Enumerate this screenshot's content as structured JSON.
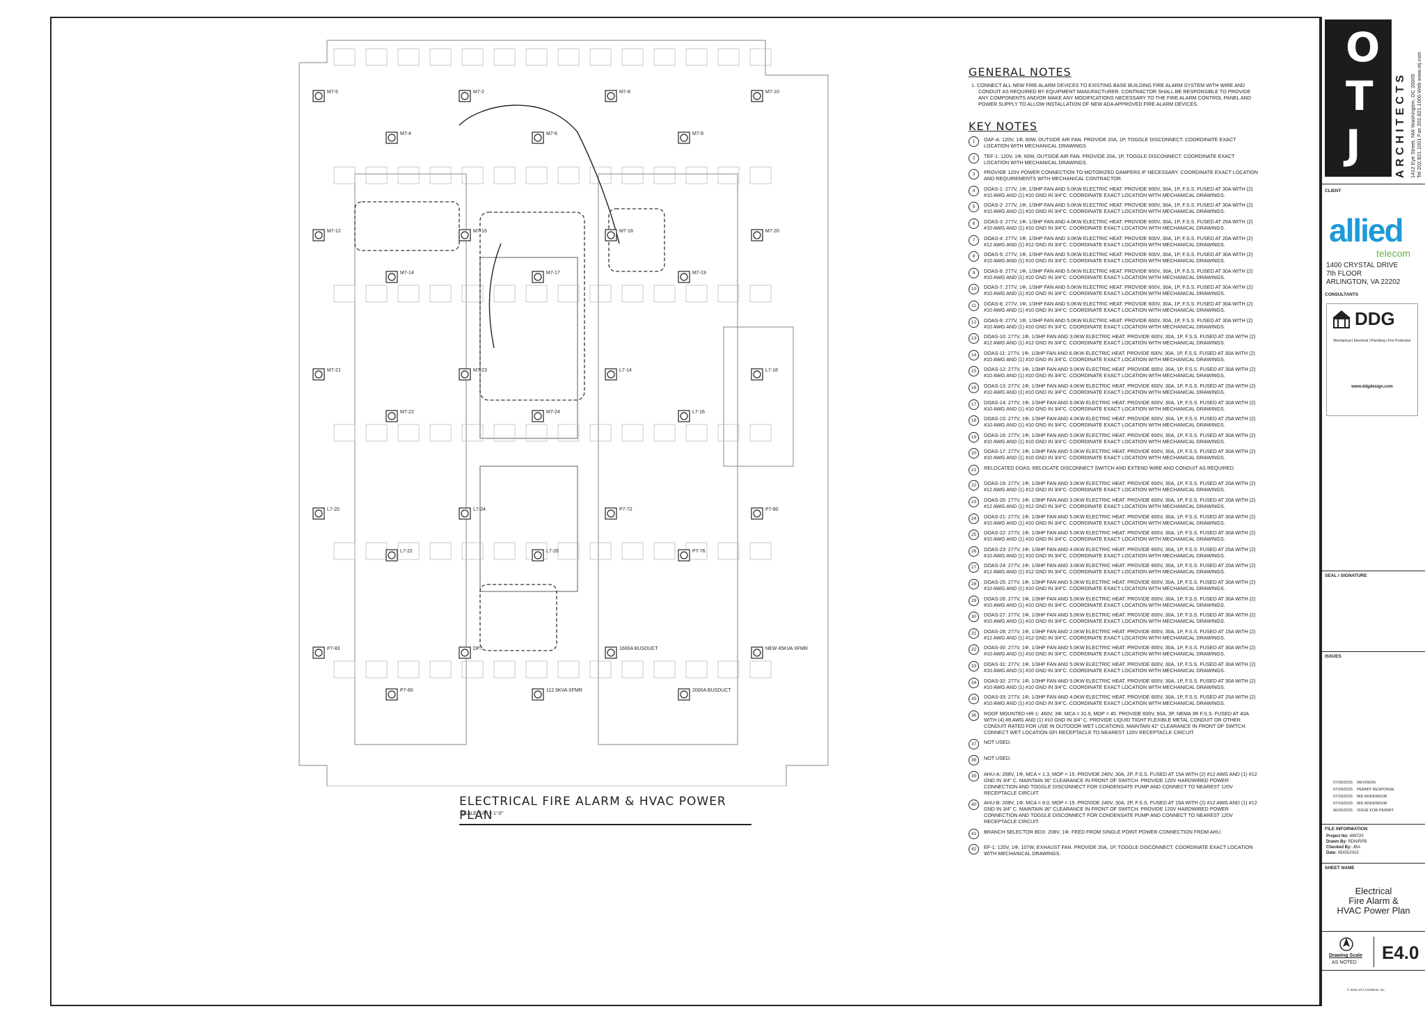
{
  "plan": {
    "title": "ELECTRICAL FIRE ALARM & HVAC POWER PLAN",
    "scale": "SCALE: 1/8\" = 1'-0\"",
    "labels": [
      "M7-5",
      "M7-4",
      "M7-2",
      "M7-6",
      "M7-8",
      "M7-9",
      "M7-10",
      "M7-12",
      "M7-14",
      "M7-16",
      "M7-17",
      "M7-18",
      "M7-19",
      "M7-20",
      "M7-21",
      "M7-22",
      "M7-23",
      "M7-24",
      "L7-14",
      "L7-16",
      "L7-18",
      "L7-20",
      "L7-22",
      "L7-24",
      "L7-26",
      "P7-72",
      "P7-76",
      "P7-80",
      "P7-83",
      "P7-60",
      "DP7",
      "112.5KVA XFMR",
      "1600A BUSDUCT",
      "2000A BUSDUCT",
      "NEW 45KVA XFMR"
    ]
  },
  "general_notes": {
    "heading": "GENERAL NOTES",
    "items": [
      "1.  CONNECT ALL NEW FIRE ALARM DEVICES TO EXISTING BASE BUILDING FIRE ALARM SYSTEM WITH WIRE AND CONDUIT AS REQUIRED BY EQUIPMENT MANUFACTURER. CONTRACTOR SHALL BE RESPONSIBLE TO PROVIDE ANY COMPONENTS AND/OR MAKE ANY MODIFICATIONS NECESSARY TO THE FIRE ALARM CONTROL PANEL AND POWER SUPPLY TO ALLOW INSTALLATION OF NEW ADA APPROVED FIRE ALARM DEVICES."
    ]
  },
  "key_notes": {
    "heading": "KEY NOTES",
    "items": [
      {
        "n": "1",
        "t": "OAF-A: 120V, 1Φ, 60W, OUTSIDE AIR FAN. PROVIDE 20A, 1P, TOGGLE DISCONNECT. COORDINATE EXACT LOCATION WITH MECHANICAL DRAWINGS."
      },
      {
        "n": "2",
        "t": "TEF-1: 120V, 1Φ, 60W, OUTSIDE AIR FAN. PROVIDE 20A, 1P, TOGGLE DISCONNECT. COORDINATE EXACT LOCATION WITH MECHANICAL DRAWINGS."
      },
      {
        "n": "3",
        "t": "PROVIDE 120V POWER CONNECTION TO MOTORIZED DAMPERS IF NECESSARY. COORDINATE EXACT LOCATION AND REQUIREMENTS WITH MECHANICAL CONTRACTOR."
      },
      {
        "n": "4",
        "t": "DOAS-1: 277V, 1Φ, 1/3HP FAN AND 5.0KW ELECTRIC HEAT. PROVIDE 600V, 30A, 1P, F.S.S. FUSED AT 30A WITH (2) #10 AWG AND (1) #10 GND IN 3/4\"C. COORDINATE EXACT LOCATION WITH MECHANICAL DRAWINGS."
      },
      {
        "n": "5",
        "t": "DOAS-2: 277V, 1Φ, 1/3HP FAN AND 5.0KW ELECTRIC HEAT. PROVIDE 600V, 30A, 1P, F.S.S. FUSED AT 30A WITH (2) #10 AWG AND (1) #10 GND IN 3/4\"C. COORDINATE EXACT LOCATION WITH MECHANICAL DRAWINGS."
      },
      {
        "n": "6",
        "t": "DOAS-3: 277V, 1Φ, 1/3HP FAN AND 4.0KW ELECTRIC HEAT. PROVIDE 600V, 30A, 1P, F.S.S. FUSED AT 25A WITH (2) #10 AWG AND (1) #10 GND IN 3/4\"C. COORDINATE EXACT LOCATION WITH MECHANICAL DRAWINGS."
      },
      {
        "n": "7",
        "t": "DOAS-4: 277V, 1Φ, 1/3HP FAN AND 3.0KW ELECTRIC HEAT. PROVIDE 600V, 30A, 1P, F.S.S. FUSED AT 20A WITH (2) #12 AWG AND (1) #12 GND IN 3/4\"C. COORDINATE EXACT LOCATION WITH MECHANICAL DRAWINGS."
      },
      {
        "n": "8",
        "t": "DOAS-5: 277V, 1Φ, 1/3HP FAN AND 5.0KW ELECTRIC HEAT. PROVIDE 600V, 30A, 1P, F.S.S. FUSED AT 30A WITH (2) #10 AWG AND (1) #10 GND IN 3/4\"C. COORDINATE EXACT LOCATION WITH MECHANICAL DRAWINGS."
      },
      {
        "n": "9",
        "t": "DOAS-6: 277V, 1Φ, 1/3HP FAN AND 5.0KW ELECTRIC HEAT. PROVIDE 600V, 30A, 1P, F.S.S. FUSED AT 30A WITH (2) #10 AWG AND (1) #10 GND IN 3/4\"C. COORDINATE EXACT LOCATION WITH MECHANICAL DRAWINGS."
      },
      {
        "n": "10",
        "t": "DOAS-7: 277V, 1Φ, 1/3HP FAN AND 5.0KW ELECTRIC HEAT. PROVIDE 600V, 30A, 1P, F.S.S. FUSED AT 30A WITH (2) #10 AWG AND (1) #10 GND IN 3/4\"C. COORDINATE EXACT LOCATION WITH MECHANICAL DRAWINGS."
      },
      {
        "n": "11",
        "t": "DOAS-8: 277V, 1Φ, 1/3HP FAN AND 5.0KW ELECTRIC HEAT. PROVIDE 600V, 30A, 1P, F.S.S. FUSED AT 30A WITH (2) #10 AWG AND (1) #10 GND IN 3/4\"C. COORDINATE EXACT LOCATION WITH MECHANICAL DRAWINGS."
      },
      {
        "n": "12",
        "t": "DOAS-9: 277V, 1Φ, 1/3HP FAN AND 5.0KW ELECTRIC HEAT. PROVIDE 600V, 30A, 1P, F.S.S. FUSED AT 30A WITH (2) #10 AWG AND (1) #10 GND IN 3/4\"C. COORDINATE EXACT LOCATION WITH MECHANICAL DRAWINGS."
      },
      {
        "n": "13",
        "t": "DOAS-10: 277V, 1Φ, 1/3HP FAN AND 3.0KW ELECTRIC HEAT. PROVIDE 600V, 30A, 1P, F.S.S. FUSED AT 20A WITH (2) #12 AWG AND (1) #12 GND IN 3/4\"C. COORDINATE EXACT LOCATION WITH MECHANICAL DRAWINGS."
      },
      {
        "n": "14",
        "t": "DOAS-11: 277V, 1Φ, 1/3HP FAN AND 6.0KW ELECTRIC HEAT. PROVIDE 600V, 30A, 1P, F.S.S. FUSED AT 30A WITH (2) #10 AWG AND (1) #10 GND IN 3/4\"C. COORDINATE EXACT LOCATION WITH MECHANICAL DRAWINGS."
      },
      {
        "n": "15",
        "t": "DOAS-12: 277V, 1Φ, 1/3HP FAN AND 5.0KW ELECTRIC HEAT. PROVIDE 600V, 30A, 1P, F.S.S. FUSED AT 30A WITH (2) #10 AWG AND (1) #10 GND IN 3/4\"C. COORDINATE EXACT LOCATION WITH MECHANICAL DRAWINGS."
      },
      {
        "n": "16",
        "t": "DOAS-13: 277V, 1Φ, 1/3HP FAN AND 4.0KW ELECTRIC HEAT. PROVIDE 600V, 30A, 1P, F.S.S. FUSED AT 25A WITH (2) #10 AWG AND (1) #10 GND IN 3/4\"C. COORDINATE EXACT LOCATION WITH MECHANICAL DRAWINGS."
      },
      {
        "n": "17",
        "t": "DOAS-14: 277V, 1Φ, 1/3HP FAN AND 6.0KW ELECTRIC HEAT. PROVIDE 600V, 30A, 1P, F.S.S. FUSED AT 30A WITH (2) #10 AWG AND (1) #10 GND IN 3/4\"C. COORDINATE EXACT LOCATION WITH MECHANICAL DRAWINGS."
      },
      {
        "n": "18",
        "t": "DOAS-15: 277V, 1Φ, 1/3HP FAN AND 4.0KW ELECTRIC HEAT. PROVIDE 600V, 30A, 1P, F.S.S. FUSED AT 25A WITH (2) #10 AWG AND (1) #10 GND IN 3/4\"C. COORDINATE EXACT LOCATION WITH MECHANICAL DRAWINGS."
      },
      {
        "n": "19",
        "t": "DOAS-16: 277V, 1Φ, 1/3HP FAN AND 5.0KW ELECTRIC HEAT. PROVIDE 600V, 30A, 1P, F.S.S. FUSED AT 30A WITH (2) #10 AWG AND (1) #10 GND IN 3/4\"C. COORDINATE EXACT LOCATION WITH MECHANICAL DRAWINGS."
      },
      {
        "n": "20",
        "t": "DOAS-17: 277V, 1Φ, 1/3HP FAN AND 5.0KW ELECTRIC HEAT. PROVIDE 600V, 30A, 1P, F.S.S. FUSED AT 30A WITH (2) #10 AWG AND (1) #10 GND IN 3/4\"C. COORDINATE EXACT LOCATION WITH MECHANICAL DRAWINGS."
      },
      {
        "n": "21",
        "t": "RELOCATED DOAS: RELOCATE DISCONNECT SWITCH AND EXTEND WIRE AND CONDUIT AS REQUIRED."
      },
      {
        "n": "22",
        "t": "DOAS-19: 277V, 1Φ, 1/3HP FAN AND 3.0KW ELECTRIC HEAT. PROVIDE 600V, 30A, 1P, F.S.S. FUSED AT 20A WITH (2) #12 AWG AND (1) #12 GND IN 3/4\"C. COORDINATE EXACT LOCATION WITH MECHANICAL DRAWINGS."
      },
      {
        "n": "23",
        "t": "DOAS-20: 277V, 1Φ, 1/3HP FAN AND 3.0KW ELECTRIC HEAT. PROVIDE 600V, 30A, 1P, F.S.S. FUSED AT 20A WITH (2) #12 AWG AND (1) #12 GND IN 3/4\"C. COORDINATE EXACT LOCATION WITH MECHANICAL DRAWINGS."
      },
      {
        "n": "24",
        "t": "DOAS-21: 277V, 1Φ, 1/3HP FAN AND 5.0KW ELECTRIC HEAT. PROVIDE 600V, 30A, 1P, F.S.S. FUSED AT 30A WITH (2) #10 AWG AND (1) #10 GND IN 3/4\"C. COORDINATE EXACT LOCATION WITH MECHANICAL DRAWINGS."
      },
      {
        "n": "25",
        "t": "DOAS-22: 277V, 1Φ, 1/3HP FAN AND 5.0KW ELECTRIC HEAT. PROVIDE 600V, 30A, 1P, F.S.S. FUSED AT 30A WITH (2) #10 AWG AND (1) #10 GND IN 3/4\"C. COORDINATE EXACT LOCATION WITH MECHANICAL DRAWINGS."
      },
      {
        "n": "26",
        "t": "DOAS-23: 277V, 1Φ, 1/3HP FAN AND 4.0KW ELECTRIC HEAT. PROVIDE 600V, 30A, 1P, F.S.S. FUSED AT 25A WITH (2) #10 AWG AND (1) #10 GND IN 3/4\"C. COORDINATE EXACT LOCATION WITH MECHANICAL DRAWINGS."
      },
      {
        "n": "27",
        "t": "DOAS-24: 277V, 1Φ, 1/3HP FAN AND 3.0KW ELECTRIC HEAT. PROVIDE 600V, 30A, 1P, F.S.S. FUSED AT 20A WITH (2) #12 AWG AND (1) #12 GND IN 3/4\"C. COORDINATE EXACT LOCATION WITH MECHANICAL DRAWINGS."
      },
      {
        "n": "28",
        "t": "DOAS-25: 277V, 1Φ, 1/3HP FAN AND 5.0KW ELECTRIC HEAT. PROVIDE 600V, 30A, 1P, F.S.S. FUSED AT 30A WITH (2) #10 AWG AND (1) #10 GND IN 3/4\"C. COORDINATE EXACT LOCATION WITH MECHANICAL DRAWINGS."
      },
      {
        "n": "29",
        "t": "DOAS-26: 277V, 1Φ, 1/3HP FAN AND 5.0KW ELECTRIC HEAT. PROVIDE 600V, 30A, 1P, F.S.S. FUSED AT 30A WITH (2) #10 AWG AND (1) #10 GND IN 3/4\"C. COORDINATE EXACT LOCATION WITH MECHANICAL DRAWINGS."
      },
      {
        "n": "30",
        "t": "DOAS-27: 277V, 1Φ, 1/3HP FAN AND 5.0KW ELECTRIC HEAT. PROVIDE 600V, 30A, 1P, F.S.S. FUSED AT 30A WITH (2) #10 AWG AND (1) #10 GND IN 3/4\"C. COORDINATE EXACT LOCATION WITH MECHANICAL DRAWINGS."
      },
      {
        "n": "31",
        "t": "DOAS-28: 277V, 1Φ, 1/3HP FAN AND 2.0KW ELECTRIC HEAT. PROVIDE 600V, 30A, 1P, F.S.S. FUSED AT 15A WITH (2) #12 AWG AND (1) #12 GND IN 3/4\"C. COORDINATE EXACT LOCATION WITH MECHANICAL DRAWINGS."
      },
      {
        "n": "32",
        "t": "DOAS-30: 277V, 1Φ, 1/3HP FAN AND 5.0KW ELECTRIC HEAT. PROVIDE 600V, 30A, 1P, F.S.S. FUSED AT 30A WITH (2) #10 AWG AND (1) #10 GND IN 3/4\"C. COORDINATE EXACT LOCATION WITH MECHANICAL DRAWINGS."
      },
      {
        "n": "33",
        "t": "DOAS-31: 277V, 1Φ, 1/3HP FAN AND 5.0KW ELECTRIC HEAT. PROVIDE 600V, 30A, 1P, F.S.S. FUSED AT 30A WITH (2) #10 AWG AND (1) #10 GND IN 3/4\"C. COORDINATE EXACT LOCATION WITH MECHANICAL DRAWINGS."
      },
      {
        "n": "34",
        "t": "DOAS-32: 277V, 1Φ, 1/3HP FAN AND 5.0KW ELECTRIC HEAT. PROVIDE 600V, 30A, 1P, F.S.S. FUSED AT 30A WITH (2) #10 AWG AND (1) #10 GND IN 3/4\"C. COORDINATE EXACT LOCATION WITH MECHANICAL DRAWINGS."
      },
      {
        "n": "35",
        "t": "DOAS-33: 277V, 1Φ, 1/3HP FAN AND 4.0KW ELECTRIC HEAT. PROVIDE 600V, 30A, 1P, F.S.S. FUSED AT 25A WITH (2) #10 AWG AND (1) #10 GND IN 3/4\"C. COORDINATE EXACT LOCATION WITH MECHANICAL DRAWINGS."
      },
      {
        "n": "36",
        "t": "ROOF MOUNTED HR-1: 460V, 3Φ, MCA = 31.9, MOP = 40. PROVIDE 600V, 60A, 3P, NEMA 3R F.S.S. FUSED AT 40A WITH (4) #8 AWG AND (1) #10 GND IN 3/4\" C. PROVIDE LIQUID TIGHT FLEXIBLE METAL CONDUIT OR OTHER CONDUIT RATED FOR USE IN OUTDOOR WET LOCATIONS. MAINTAIN 42\" CLEARANCE IN FRONT OF SWITCH. CONNECT WET LOCATION GFI RECEPTACLE TO NEAREST 120V RECEPTACLE CIRCUIT."
      },
      {
        "n": "37",
        "t": "NOT USED."
      },
      {
        "n": "38",
        "t": "NOT USED."
      },
      {
        "n": "39",
        "t": "AHU-A: 208V, 1Φ, MCA = 1.3, MOP = 15. PROVIDE 240V, 30A, 2P, F.S.S. FUSED AT 15A WITH (2) #12 AWG AND (1) #12 GND IN 3/4\" C. MAINTAIN 36\" CLEARANCE IN FRONT OF SWITCH. PROVIDE 120V HARDWIRED POWER CONNECTION AND TOGGLE DISCONNECT FOR CONDENSATE PUMP AND CONNECT TO NEAREST 120V RECEPTACLE CIRCUIT."
      },
      {
        "n": "40",
        "t": "AHU-B: 208V, 1Φ, MCA = 8.0, MOP = 15. PROVIDE 240V, 30A, 2P, F.S.S. FUSED AT 15A WITH (2) #12 AWG AND (1) #12 GND IN 3/4\" C. MAINTAIN 36\" CLEARANCE IN FRONT OF SWITCH. PROVIDE 120V HARDWIRED POWER CONNECTION AND TOGGLE DISCONNECT FOR CONDENSATE PUMP AND CONNECT TO NEAREST 120V RECEPTACLE CIRCUIT."
      },
      {
        "n": "41",
        "t": "BRANCH SELECTOR BOX: 208V, 1Φ. FEED FROM SINGLE POINT POWER CONNECTION FROM AHU."
      },
      {
        "n": "42",
        "t": "EF-1: 120V, 1Φ, 107W, EXHAUST FAN. PROVIDE 20A, 1P, TOGGLE DISCONNECT. COORDINATE EXACT LOCATION WITH MECHANICAL DRAWINGS."
      }
    ]
  },
  "titleblock": {
    "firm_letters": [
      "O",
      "T",
      "J"
    ],
    "firm_word": "ARCHITECTS",
    "firm_address": "1412 Eye Street, NW   Washington, DC 20005",
    "firm_contact": "Tel 202.821.1001   Fax 202.821.1000   Web www.otj.com",
    "client_label": "CLIENT",
    "client_name": "allied",
    "client_sub": "telecom",
    "client_address": [
      "1400 CRYSTAL DRIVE",
      "7th FLOOR",
      "ARLINGTON, VA 22202"
    ],
    "consultants_label": "CONSULTANTS",
    "consultant_name": "DDG",
    "consultant_tagline": "Mechanical | Electrical | Plumbing | Fire Protection",
    "consultant_web": "www.ddgdesign.com",
    "seal_label": "SEAL / SIGNATURE",
    "issues_label": "ISSUES",
    "issues": [
      {
        "date": "07/30/2015",
        "desc": "REVISION"
      },
      {
        "date": "07/20/2015",
        "desc": "PERMIT RESPONSE"
      },
      {
        "date": "07/16/2015",
        "desc": "BID ADDENDUM"
      },
      {
        "date": "07/10/2015",
        "desc": "BID ADDENDUM"
      },
      {
        "date": "06/26/2015",
        "desc": "ISSUE FOR PERMIT"
      }
    ],
    "file_info_label": "FILE INFORMATION",
    "file_info": [
      {
        "k": "Project No:",
        "v": "699720"
      },
      {
        "k": "Drawn By:",
        "v": "RDN/RPB"
      },
      {
        "k": "Checked By:",
        "v": "JBA"
      },
      {
        "k": "Date:",
        "v": "05/05/2015"
      }
    ],
    "sheet_name_label": "SHEET NAME",
    "sheet_name": [
      "Electrical",
      "Fire Alarm &",
      "HVAC Power Plan"
    ],
    "drawing_scale_label": "Drawing Scale",
    "drawing_scale": "AS NOTED",
    "sheet_number": "E4.0",
    "copyright": "© 2015 OTJ Architects, Inc."
  }
}
